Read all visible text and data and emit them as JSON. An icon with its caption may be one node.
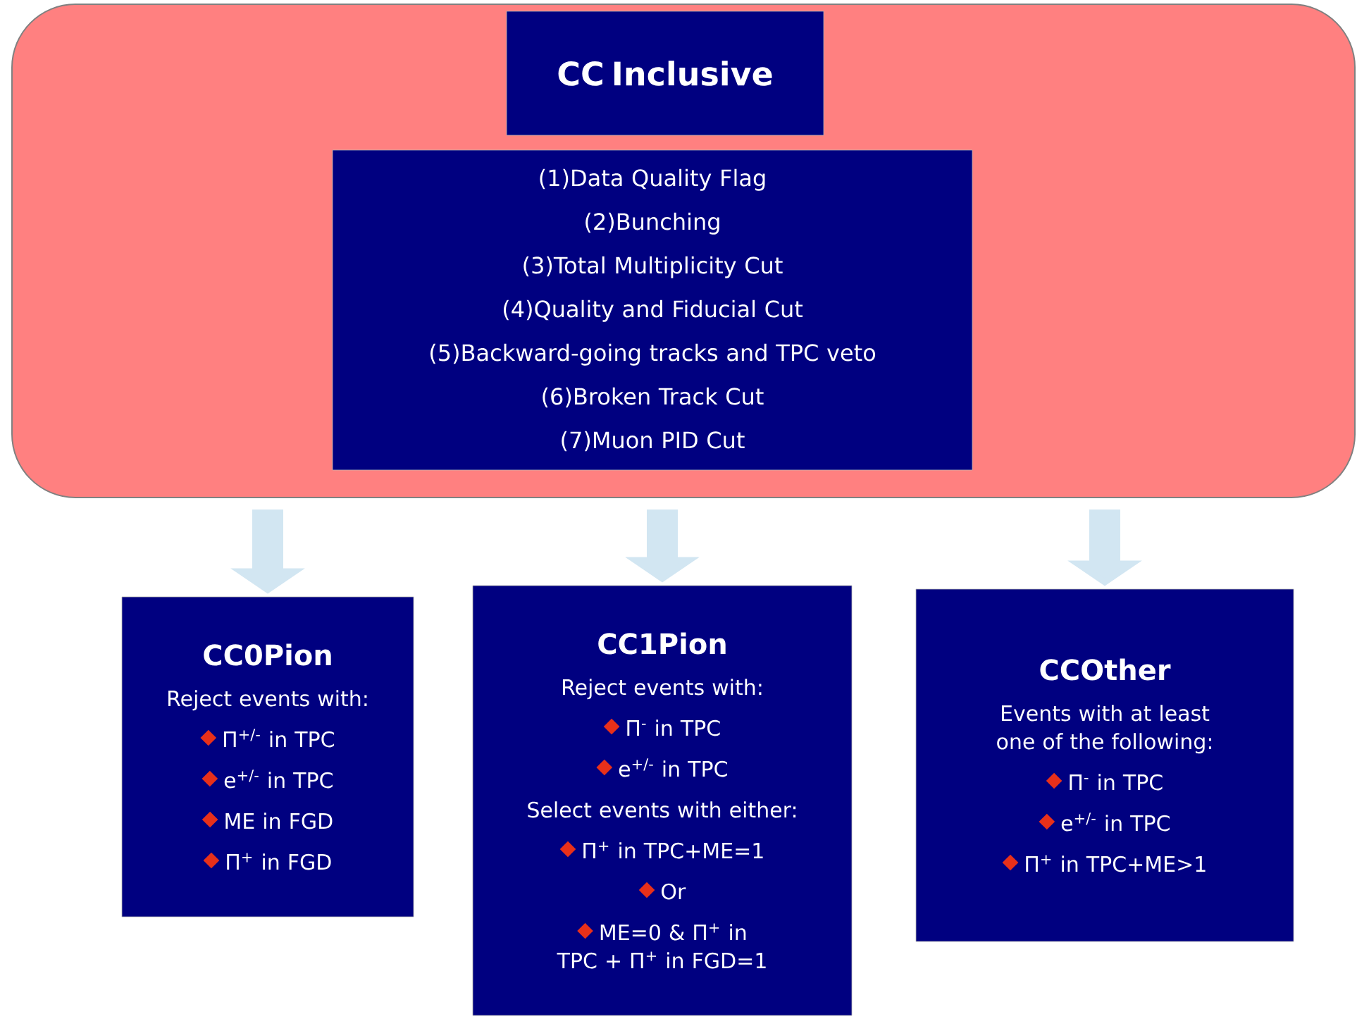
{
  "diagram": {
    "nodes": [
      {
        "text": [],
        "shape": "box"
      },
      {
        "text": [
          "CC Inclusive"
        ],
        "in": 0
      },
      {
        "text": [
          "(1)Data Quality Flag",
          "(2)Bunching",
          "(3)Total Multiplicity Cut",
          "(4)Quality and Fiducial Cut",
          "(5)Backward-going tracks and TPC veto",
          "(6)Broken Track Cut",
          "(7)Muon PID Cut"
        ],
        "in": 0
      },
      {
        "text": [
          "CC0Pion",
          "Reject events with:",
          "Π$^{+/-}$ in TPC",
          "e$^{+/-}$ in TPC",
          "ME in FGD",
          "Π$^{+}$ in FGD"
        ]
      },
      {
        "text": [
          "CC1Pion",
          "Reject events with:",
          "Π$^{-}$ in TPC",
          "e$^{+/-}$ in TPC",
          "Select events with either:",
          "Π$^{+}$ in TPC+ME=1",
          "Or",
          "ME=0 & Π$^{+}$ in TPC + Π$^{+}$ in FGD=1"
        ]
      },
      {
        "text": [
          "CCOther",
          "Events with at least one of the following:",
          "Π$^{-}$ in TPC",
          "e$^{+/-}$ in TPC",
          "Π$^{+}$ in TPC+ME>1"
        ]
      }
    ],
    "edges": [
      {
        "from": 0,
        "to": 3,
        "arrow": "to"
      },
      {
        "from": 0,
        "to": 4,
        "arrow": "to"
      },
      {
        "from": 0,
        "to": 5,
        "arrow": "to"
      }
    ]
  }
}
